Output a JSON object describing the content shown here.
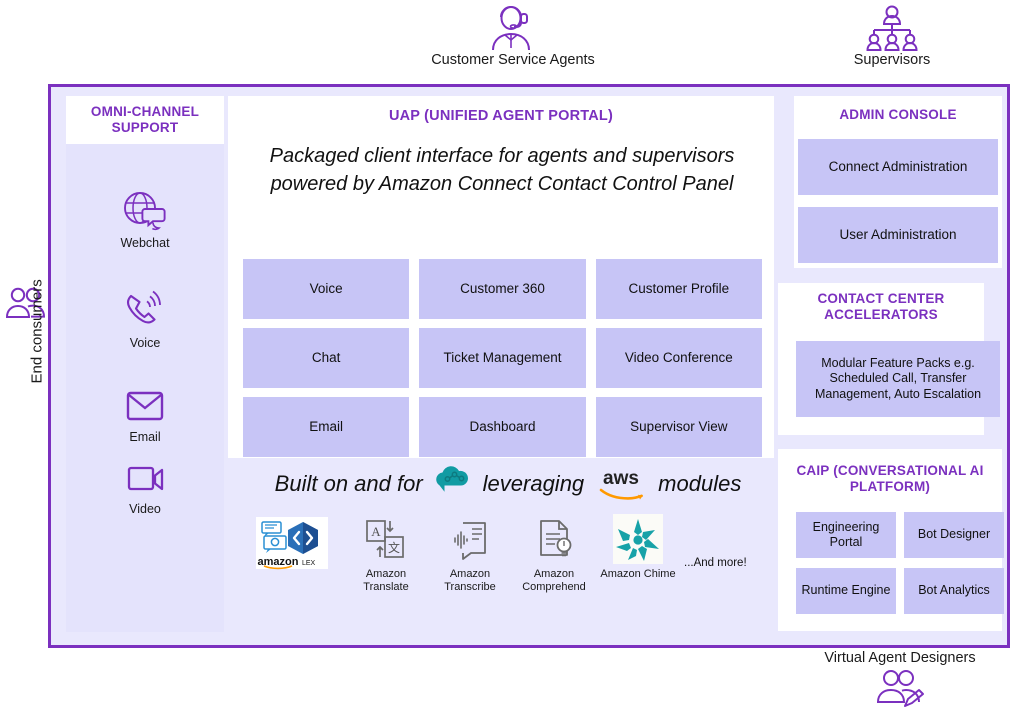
{
  "actors": {
    "customer_service_agents": "Customer Service Agents",
    "supervisors": "Supervisors",
    "end_consumers": "End consumers",
    "virtual_agent_designers": "Virtual Agent Designers"
  },
  "omni": {
    "title": "OMNI-CHANNEL SUPPORT",
    "channels": [
      {
        "label": "Webchat",
        "icon": "globe-chat-icon"
      },
      {
        "label": "Voice",
        "icon": "phone-waves-icon"
      },
      {
        "label": "Email",
        "icon": "envelope-icon"
      },
      {
        "label": "Video",
        "icon": "video-camera-icon"
      }
    ]
  },
  "uap": {
    "title": "UAP (UNIFIED AGENT PORTAL)",
    "description": "Packaged client interface for agents and supervisors powered by Amazon Connect Contact Control Panel",
    "modules": [
      "Voice",
      "Customer 360",
      "Customer Profile",
      "Chat",
      "Ticket Management",
      "Video Conference",
      "Email",
      "Dashboard",
      "Supervisor View"
    ]
  },
  "built_on": {
    "prefix": "Built on and for",
    "middle": "leveraging",
    "suffix": "modules",
    "connect_icon": "amazon-connect-cloud-icon",
    "aws_logo": "aws-logo",
    "services": [
      {
        "name": "",
        "icon": "amazon-lex-icon",
        "wordmark": "amazon",
        "sub": "LEX"
      },
      {
        "name": "Amazon Translate",
        "icon": "amazon-translate-icon"
      },
      {
        "name": "Amazon Transcribe",
        "icon": "amazon-transcribe-icon"
      },
      {
        "name": "Amazon Comprehend",
        "icon": "amazon-comprehend-icon"
      },
      {
        "name": "Amazon Chime",
        "icon": "amazon-chime-icon"
      }
    ],
    "and_more": "...And more!"
  },
  "admin_console": {
    "title": "ADMIN CONSOLE",
    "items": [
      "Connect Administration",
      "User Administration"
    ]
  },
  "contact_center_accelerators": {
    "title": "CONTACT CENTER ACCELERATORS",
    "body": "Modular Feature Packs e.g. Scheduled Call, Transfer Management, Auto Escalation"
  },
  "caip": {
    "title": "CAIP (CONVERSATIONAL AI PLATFORM)",
    "items": [
      "Engineering Portal",
      "Bot Designer",
      "Runtime Engine",
      "Bot Analytics"
    ]
  },
  "colors": {
    "border_purple": "#7b30bf",
    "heading_purple": "#7b30bf",
    "tile_lavender": "#c7c5f6",
    "panel_bg": "#e9e8fd",
    "teal": "#119ba3",
    "aws_orange": "#f90"
  }
}
